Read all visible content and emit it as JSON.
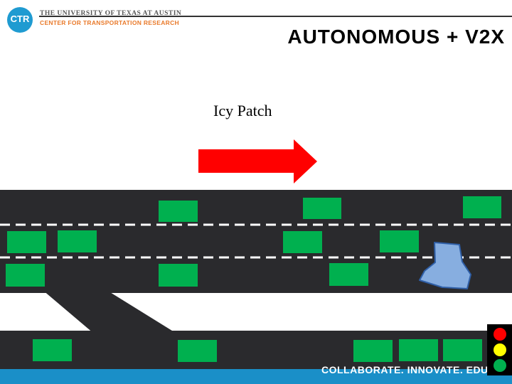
{
  "header": {
    "logo_letters": "CTR",
    "university": "THE UNIVERSITY OF TEXAS AT AUSTIN",
    "center": "CENTER FOR TRANSPORTATION RESEARCH"
  },
  "title": "AUTONOMOUS + V2X",
  "hazard": {
    "label": "Icy Patch"
  },
  "footer": {
    "text": "COLLABORATE. INNOVATE. EDUC"
  },
  "colors": {
    "road": "#2a2a2d",
    "vehicle": "#00b04f",
    "arrow": "#ff0000",
    "ice": "#87aee0",
    "footer": "#1a8fc8",
    "accent_orange": "#e97a2b"
  },
  "traffic_light": {
    "lamps": [
      "red",
      "yellow",
      "green"
    ]
  }
}
